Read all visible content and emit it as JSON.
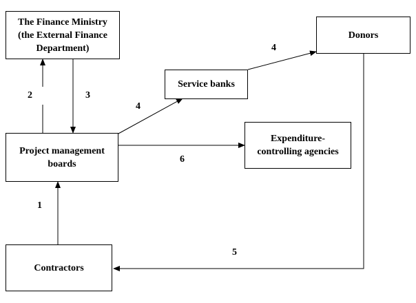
{
  "nodes": {
    "finance_ministry": {
      "line1": "The Finance Ministry",
      "line2": "(the External Finance",
      "line3": "Department)"
    },
    "donors": {
      "label": "Donors"
    },
    "service_banks": {
      "label": "Service banks"
    },
    "pmb": {
      "line1": "Project management",
      "line2": "boards"
    },
    "expenditure": {
      "line1": "Expenditure-",
      "line2": "controlling agencies"
    },
    "contractors": {
      "label": "Contractors"
    }
  },
  "edges": [
    {
      "label": "1",
      "from": "Contractors",
      "to": "Project management boards"
    },
    {
      "label": "2",
      "from": "Project management boards",
      "to": "The Finance Ministry"
    },
    {
      "label": "3",
      "from": "The Finance Ministry",
      "to": "Project management boards"
    },
    {
      "label": "4",
      "from": "Project management boards",
      "to": "Service banks"
    },
    {
      "label": "4",
      "from": "Service banks",
      "to": "Donors"
    },
    {
      "label": "5",
      "from": "Donors",
      "to": "Contractors"
    },
    {
      "label": "6",
      "from": "Project management boards",
      "to": "Expenditure-controlling agencies"
    }
  ]
}
